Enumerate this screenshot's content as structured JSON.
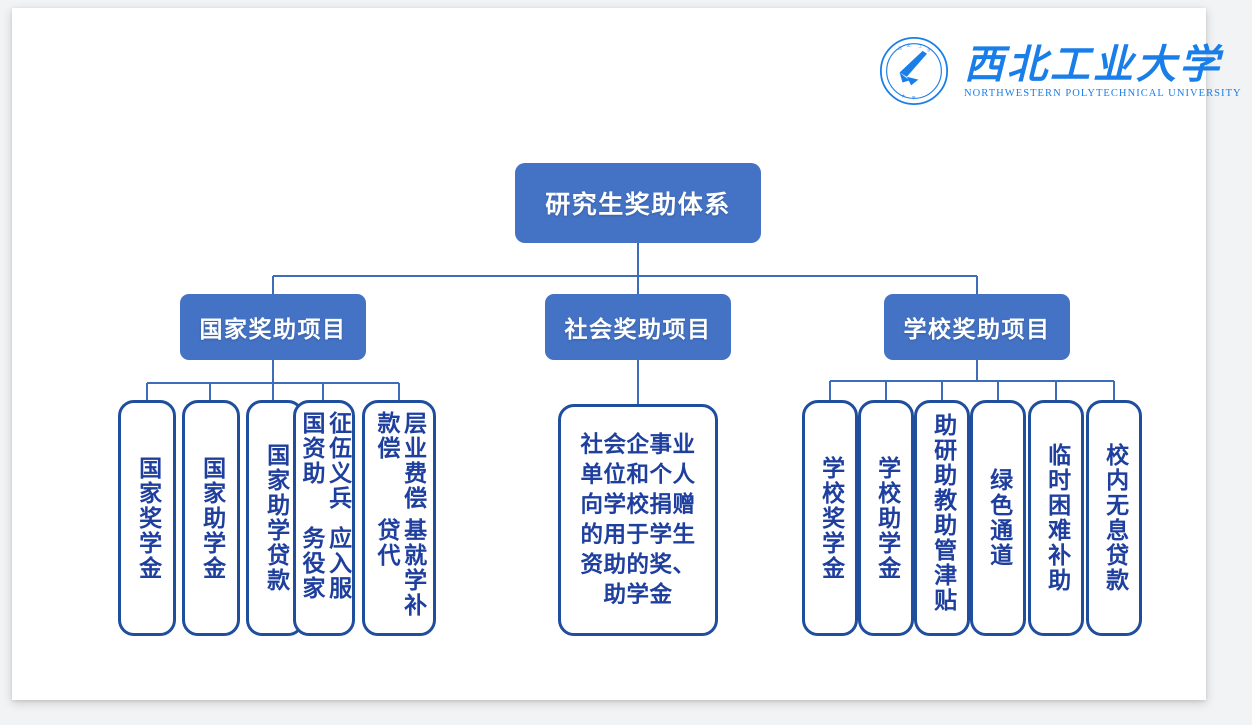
{
  "branding": {
    "logo_icon": "nwpu-seal-icon",
    "name_cn": "西北工业大学",
    "name_en": "NORTHWESTERN  POLYTECHNICAL  UNIVERSITY",
    "color": "#1a7ee8"
  },
  "colors": {
    "node_fill": "#4472c4",
    "node_text": "#ffffff",
    "leaf_border": "#1f4e9c",
    "leaf_text": "#1f3f9e",
    "connector": "#3d6cb9",
    "slide_background": "#ffffff",
    "page_background": "#f2f3f5"
  },
  "chart_data": {
    "type": "tree",
    "title": "研究生奖助体系",
    "root": {
      "label": "研究生奖助体系",
      "children": [
        {
          "label": "国家奖助项目",
          "children": [
            {
              "label": "国家奖学金",
              "orientation": "vertical"
            },
            {
              "label": "国家助学金",
              "orientation": "vertical"
            },
            {
              "label": "国家助学贷款",
              "orientation": "vertical"
            },
            {
              "label": "应征入伍服务兵役国家资助",
              "orientation": "vertical-2col"
            },
            {
              "label": "基层就业学费补偿贷款代偿",
              "orientation": "vertical-2col"
            }
          ]
        },
        {
          "label": "社会奖助项目",
          "children": [
            {
              "label": "社会企事业单位和个人向学校捐赠的用于学生资助的奖、助学金",
              "orientation": "horizontal"
            }
          ]
        },
        {
          "label": "学校奖助项目",
          "children": [
            {
              "label": "学校奖学金",
              "orientation": "vertical"
            },
            {
              "label": "学校助学金",
              "orientation": "vertical"
            },
            {
              "label": "助研助教助管津贴",
              "orientation": "vertical"
            },
            {
              "label": "绿色通道",
              "orientation": "vertical"
            },
            {
              "label": "临时困难补助",
              "orientation": "vertical"
            },
            {
              "label": "校内无息贷款",
              "orientation": "vertical"
            }
          ]
        }
      ]
    }
  },
  "nodes": {
    "root": "研究生奖助体系",
    "level2": {
      "national": "国家奖助项目",
      "social": "社会奖助项目",
      "school": "学校奖助项目"
    },
    "national_leaves": {
      "a": "国家奖学金",
      "b": "国家助学金",
      "c": "国家助学贷款",
      "d_col_right": "征伍义兵国资助",
      "d_col_left": "应入服务役家",
      "d_full": "应征入伍服务兵役国家资助",
      "e_col_right": "层业费偿款偿",
      "e_col_left": "基就学补贷代",
      "e_full": "基层就业学费补偿贷款代偿"
    },
    "social_leaf": {
      "text": "社会企事业单位和个人向学校捐赠的用于学生资助的奖、助学金"
    },
    "school_leaves": {
      "a": "学校奖学金",
      "b": "学校助学金",
      "c": "助研助教助管津贴",
      "d": "绿色通道",
      "e": "临时困难补助",
      "f": "校内无息贷款"
    }
  }
}
